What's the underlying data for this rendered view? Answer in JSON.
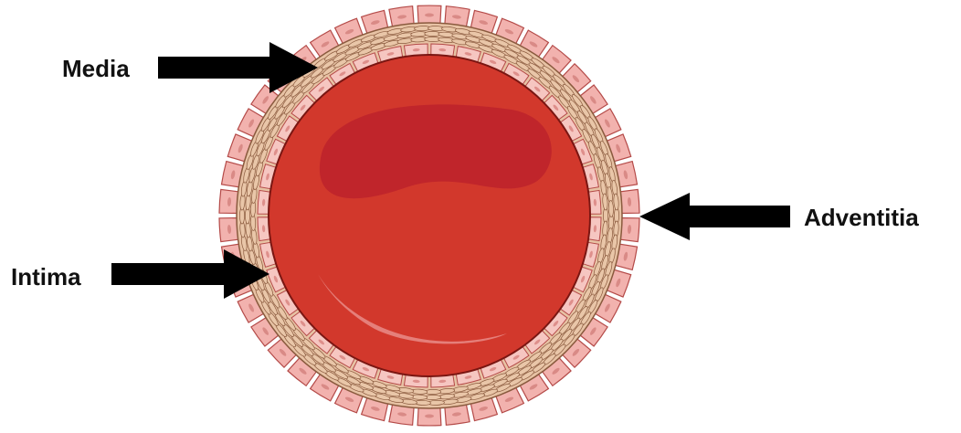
{
  "labels": {
    "media": "Media",
    "intima": "Intima",
    "adventitia": "Adventitia"
  },
  "colors": {
    "adventitia_fill": "#F2B2AE",
    "adventitia_stroke": "#B44A48",
    "media_fill": "#E7C2A4",
    "intima_fill": "#F6C6C1",
    "lumen": "#D2382C",
    "lumen_edge": "#7A1612",
    "highlight": "#BE232B",
    "shine": "#E98C88",
    "arrow": "#000000",
    "text": "#111111"
  }
}
